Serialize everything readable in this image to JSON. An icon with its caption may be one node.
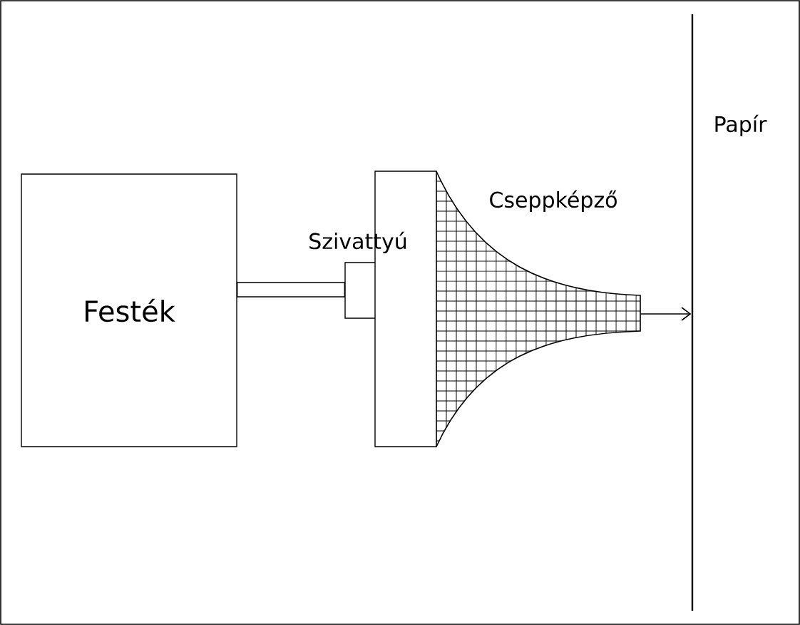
{
  "diagram": {
    "nodes": [
      {
        "text": [
          "Festék"
        ]
      },
      {
        "text": [
          "Szivattyú"
        ]
      },
      {
        "text": [
          "Cseppképző"
        ]
      },
      {
        "text": [
          "Papír"
        ]
      }
    ],
    "edges": [
      {
        "from": 0,
        "to": 1,
        "arrow": "none"
      },
      {
        "from": 2,
        "to": 3,
        "arrow": "to"
      }
    ]
  }
}
